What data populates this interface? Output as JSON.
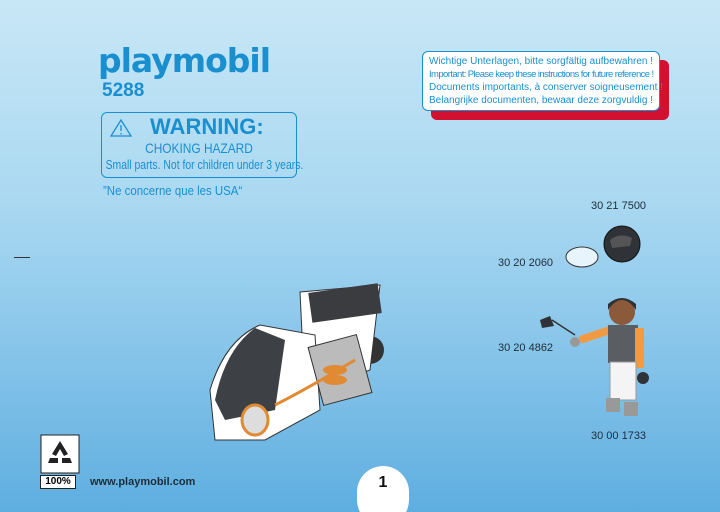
{
  "brand": {
    "logo": "playmobil",
    "set_number": "5288"
  },
  "warning": {
    "title": "WARNING:",
    "subtitle": "CHOKING HAZARD",
    "text": "Small parts. Not for children under 3 years.",
    "icon": "warning-triangle-icon"
  },
  "usa_note": "”Ne concerne que les USA“",
  "keep_note": [
    "Wichtige Unterlagen, bitte sorgfältig aufbewahren !",
    "Important: Please keep these instructions for future reference !",
    "Documents importants, à conserver soigneusement !",
    "Belangrijke documenten, bewaar deze zorgvuldig !"
  ],
  "parts": [
    {
      "number": "30 21 7500",
      "item": "helmet"
    },
    {
      "number": "30 20 2060",
      "item": "visor"
    },
    {
      "number": "30 20 4862",
      "item": "tool"
    },
    {
      "number": "30 00 1733",
      "item": "figure"
    }
  ],
  "footer": {
    "recycle_pct": "100%",
    "website": "www.playmobil.com",
    "page_number": "1"
  },
  "colors": {
    "brand_blue": "#1a8fd0",
    "note_shadow": "#d2102f"
  }
}
